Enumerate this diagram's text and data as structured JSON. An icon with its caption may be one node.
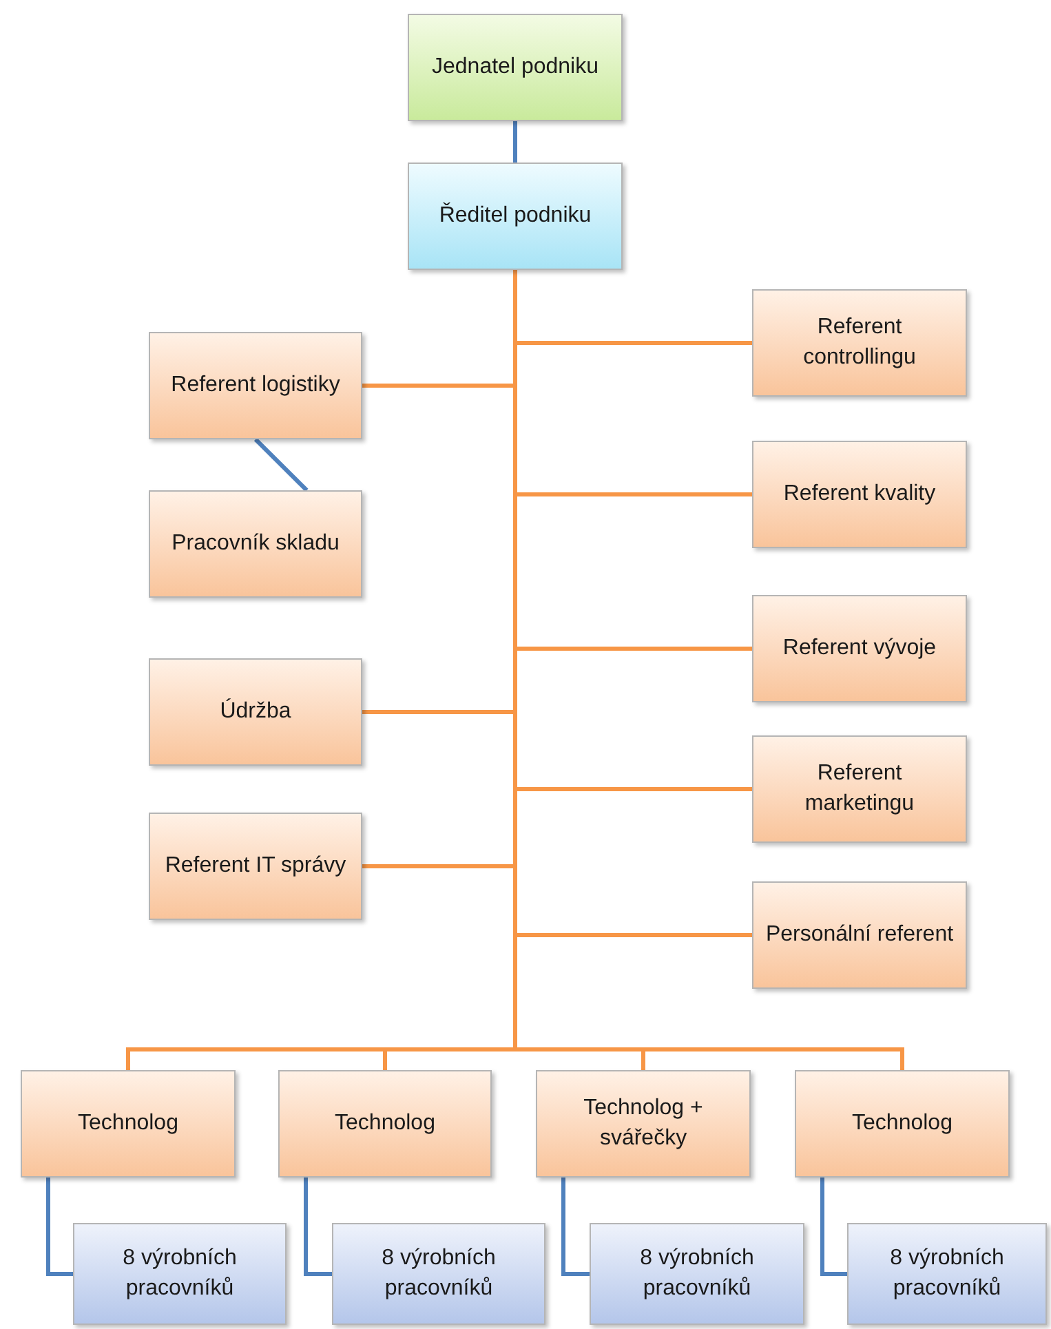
{
  "diagram": {
    "nodes": [
      {
        "text": [
          "Jednatel podniku"
        ]
      },
      {
        "text": [
          "Ředitel podniku"
        ]
      },
      {
        "text": [
          "Referent logistiky"
        ]
      },
      {
        "text": [
          "Pracovník skladu"
        ]
      },
      {
        "text": [
          "Údržba"
        ]
      },
      {
        "text": [
          "Referent IT správy"
        ]
      },
      {
        "text": [
          "Referent controllingu"
        ]
      },
      {
        "text": [
          "Referent kvality"
        ]
      },
      {
        "text": [
          "Referent vývoje"
        ]
      },
      {
        "text": [
          "Referent marketingu"
        ]
      },
      {
        "text": [
          "Personální referent"
        ]
      },
      {
        "text": [
          "Technolog"
        ]
      },
      {
        "text": [
          "Technolog"
        ]
      },
      {
        "text": [
          "Technolog + svářečky"
        ]
      },
      {
        "text": [
          "Technolog"
        ]
      },
      {
        "text": [
          "8 výrobních pracovníků"
        ]
      },
      {
        "text": [
          "8 výrobních pracovníků"
        ]
      },
      {
        "text": [
          "8 výrobních pracovníků"
        ]
      },
      {
        "text": [
          "8 výrobních pracovníků"
        ]
      }
    ],
    "edges": [
      {
        "from": 0,
        "to": 1,
        "arrow": "none",
        "color": "#4f81bd"
      },
      {
        "from": 1,
        "to": 2,
        "arrow": "none"
      },
      {
        "from": 2,
        "to": 3,
        "arrow": "none",
        "color": "#4f81bd"
      },
      {
        "from": 1,
        "to": 4,
        "arrow": "none"
      },
      {
        "from": 1,
        "to": 5,
        "arrow": "none"
      },
      {
        "from": 1,
        "to": 6,
        "arrow": "none"
      },
      {
        "from": 1,
        "to": 7,
        "arrow": "none"
      },
      {
        "from": 1,
        "to": 8,
        "arrow": "none"
      },
      {
        "from": 1,
        "to": 9,
        "arrow": "none"
      },
      {
        "from": 1,
        "to": 10,
        "arrow": "none"
      },
      {
        "from": 1,
        "to": 11,
        "arrow": "none"
      },
      {
        "from": 1,
        "to": 12,
        "arrow": "none"
      },
      {
        "from": 1,
        "to": 13,
        "arrow": "none"
      },
      {
        "from": 1,
        "to": 14,
        "arrow": "none"
      },
      {
        "from": 11,
        "to": 15,
        "arrow": "none",
        "color": "#4f81bd"
      },
      {
        "from": 12,
        "to": 16,
        "arrow": "none",
        "color": "#4f81bd"
      },
      {
        "from": 13,
        "to": 17,
        "arrow": "none",
        "color": "#4f81bd"
      },
      {
        "from": 14,
        "to": 18,
        "arrow": "none",
        "color": "#4f81bd"
      }
    ]
  }
}
